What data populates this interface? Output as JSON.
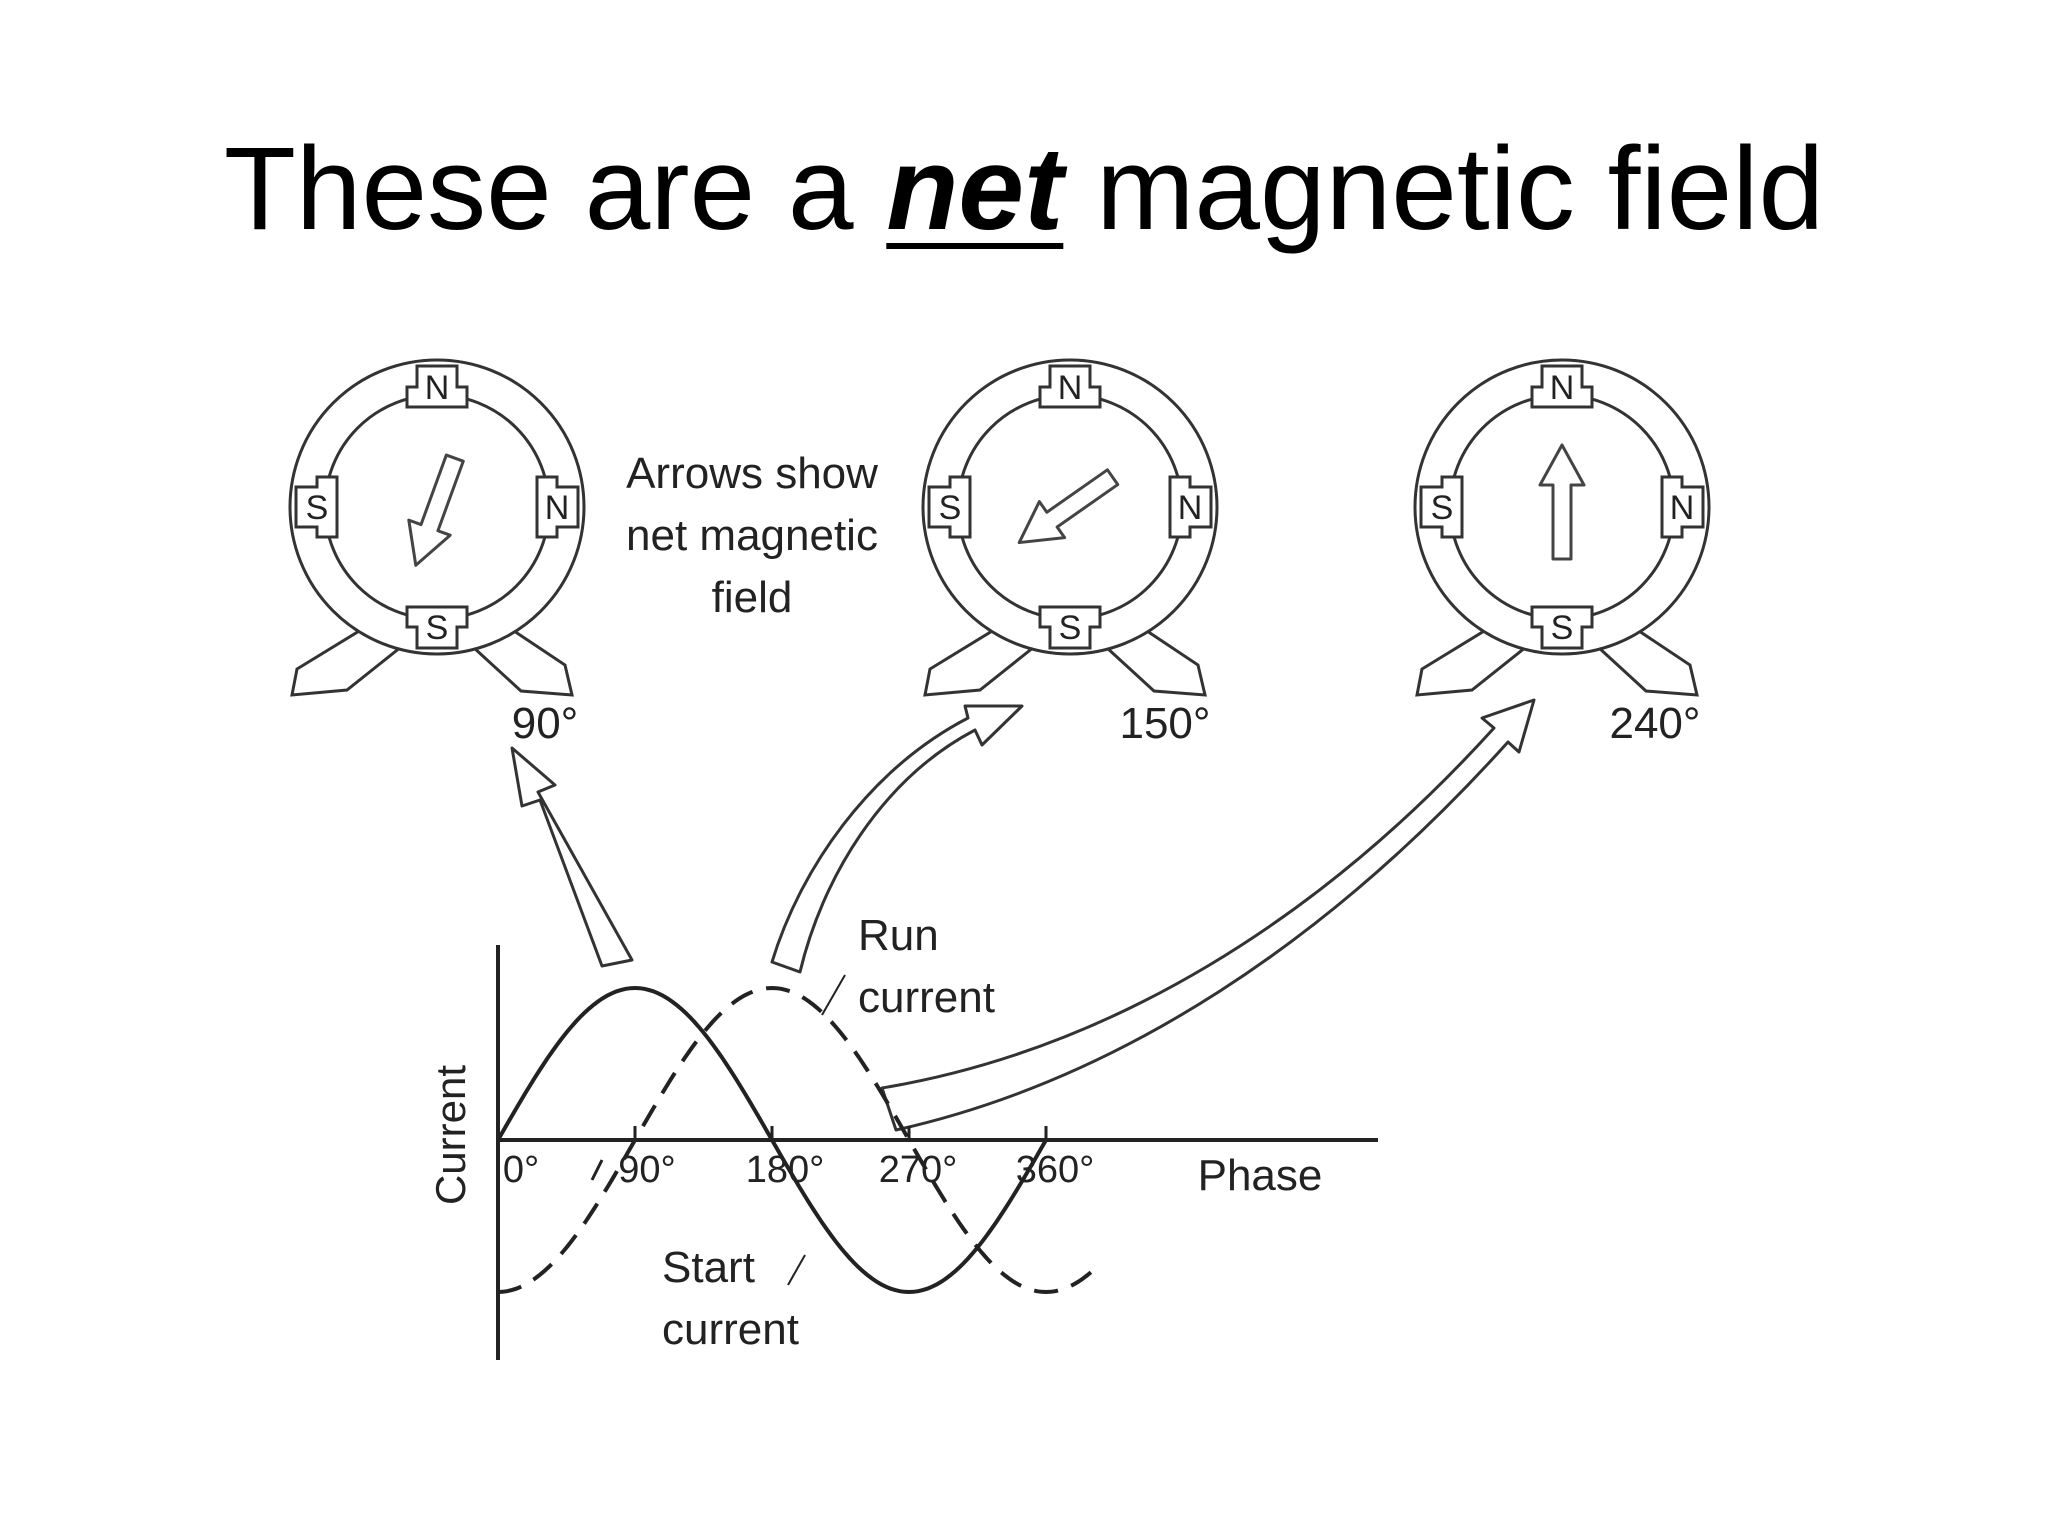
{
  "slide": {
    "title_before": "These are a ",
    "title_emphasis": "net",
    "title_after": " magnetic field"
  },
  "diagram": {
    "note_lines": [
      "Arrows show",
      "net magnetic",
      "field"
    ],
    "motors": [
      {
        "angle_label": "90°",
        "field_direction_deg": 200,
        "top_pole": "N",
        "right_pole": "N",
        "bottom_pole": "S",
        "left_pole": "S"
      },
      {
        "angle_label": "150°",
        "field_direction_deg": 235,
        "top_pole": "N",
        "right_pole": "N",
        "bottom_pole": "S",
        "left_pole": "S"
      },
      {
        "angle_label": "240°",
        "field_direction_deg": 0,
        "top_pole": "N",
        "right_pole": "N",
        "bottom_pole": "S",
        "left_pole": "S"
      }
    ],
    "graph": {
      "y_axis_label": "Current",
      "x_axis_label": "Phase",
      "ticks": [
        "0°",
        "90°",
        "180°",
        "270°",
        "360°"
      ],
      "run_label_lines": [
        "Run",
        "current"
      ],
      "start_label_lines": [
        "Start",
        "current"
      ]
    }
  },
  "colors": {
    "ink": "#222222",
    "background": "#ffffff"
  }
}
